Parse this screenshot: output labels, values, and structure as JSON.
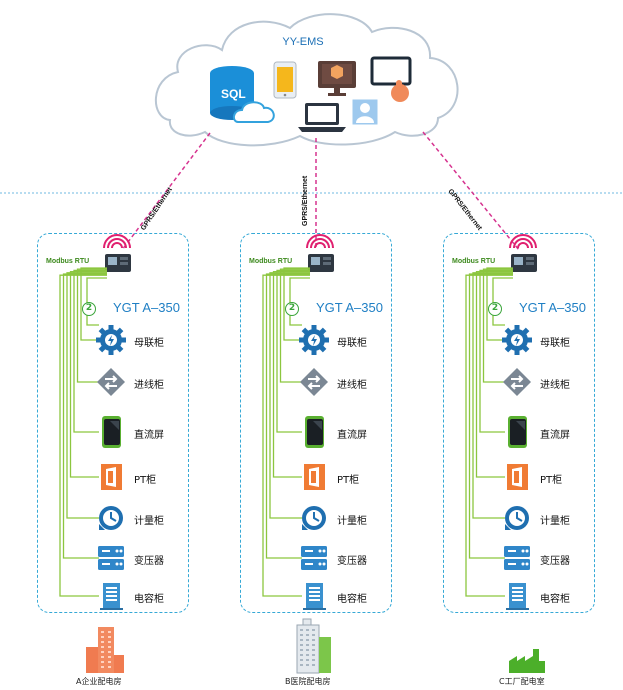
{
  "cloud": {
    "title": "YY-EMS",
    "icons": [
      "database-sql-icon",
      "cloud-icon",
      "smartphone-icon",
      "monitor-icon",
      "laptop-icon",
      "user-profile-icon",
      "touchscreen-icon"
    ],
    "sql_label": "SQL"
  },
  "link_label": "GPRS/Ethernet",
  "rtu_label": "Modbus RTU",
  "gateway_label": "YGT A–350",
  "badge_text": "2",
  "devices": [
    {
      "label": "母联柜",
      "icon": "gear-bolt-icon"
    },
    {
      "label": "进线柜",
      "icon": "switch-arrows-icon"
    },
    {
      "label": "直流屏",
      "icon": "phone-panel-icon"
    },
    {
      "label": "PT柜",
      "icon": "office-panel-icon"
    },
    {
      "label": "计量柜",
      "icon": "meter-clock-icon"
    },
    {
      "label": "变压器",
      "icon": "transformer-rack-icon"
    },
    {
      "label": "电容柜",
      "icon": "capacitor-cabinet-icon"
    }
  ],
  "sites": [
    {
      "name": "A企业配电房",
      "icon": "office-building-icon"
    },
    {
      "name": "B医院配电房",
      "icon": "hospital-building-icon"
    },
    {
      "name": "C工厂配电室",
      "icon": "factory-icon"
    }
  ],
  "colors": {
    "cloud_fill": "#ffffff",
    "cloud_stroke": "#b9c6d3",
    "link": "#d6338f",
    "box_border": "#36a9d6",
    "bus_line": "#8cc63f",
    "gateway_text": "#1f7fc4",
    "icon_blue": "#1f6fb0",
    "icon_gray": "#7b8794",
    "pt_orange": "#f07b34",
    "screen_green": "#5ab031",
    "building_orange": "#f07b50",
    "factory_green": "#4caf2a"
  }
}
